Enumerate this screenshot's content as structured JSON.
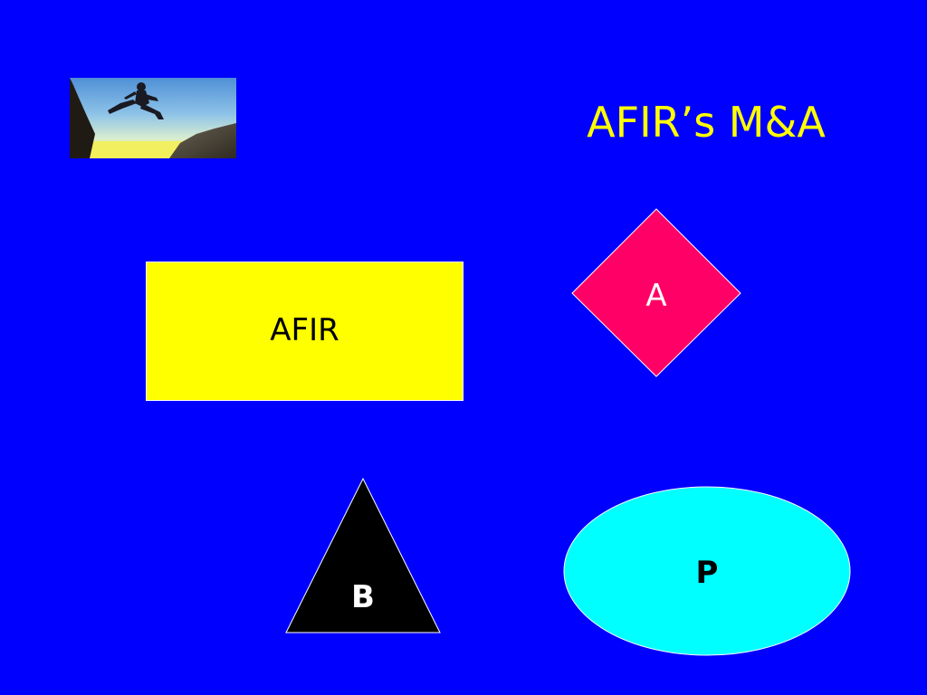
{
  "slide": {
    "title": "AFIR’s M&A",
    "background_color": "#0000ff",
    "title_color": "#ffff00"
  },
  "photo": {
    "icon": "jumping-person-photo"
  },
  "shapes": {
    "rectangle": {
      "label": "AFIR",
      "fill": "#ffff00"
    },
    "diamond": {
      "label": "A",
      "fill": "#ff0066"
    },
    "triangle": {
      "label": "B",
      "fill": "#000000"
    },
    "ellipse": {
      "label": "P",
      "fill": "#00ffff"
    }
  }
}
